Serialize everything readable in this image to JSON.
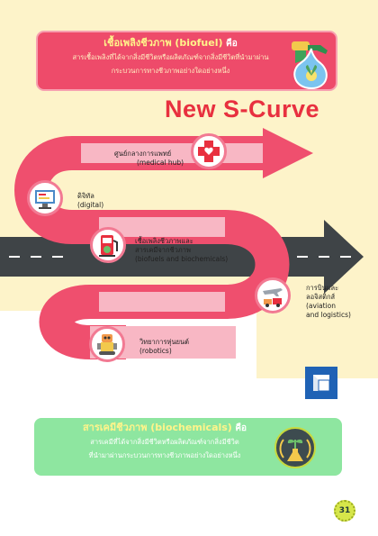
{
  "biofuel": {
    "title": "เชื้อเพลิงชีวภาพ (biofuel)",
    "title_suffix": "คือ",
    "body_line1": "สารเชื้อเพลิงที่ได้จากสิ่งมีชีวิตหรือผลิตภัณฑ์จากสิ่งมีชีวิตที่นำมาผ่าน",
    "body_line2": "กระบวนการทางชีวภาพอย่างใดอย่างหนึ่ง"
  },
  "headline": "New S-Curve",
  "items": [
    {
      "thai": "ศูนย์กลางการแพทย์",
      "english": "(medical hub)",
      "icon": "medical-cross-icon"
    },
    {
      "thai": "ดิจิทัล",
      "english": "(digital)",
      "icon": "computer-icon"
    },
    {
      "thai": "เชื้อเพลิงชีวภาพและ",
      "thai2": "สารเคมีจากชีวภาพ",
      "english": "(biofuels and biochemicals)",
      "icon": "fuel-pump-icon"
    },
    {
      "thai": "การบินและ",
      "thai2": "ลอจิสติกส์",
      "english": "(aviation",
      "english2": "and logistics)",
      "icon": "airplane-truck-icon"
    },
    {
      "thai": "วิทยาการหุ่นยนต์",
      "english": "(robotics)",
      "icon": "robot-icon"
    }
  ],
  "biochemicals": {
    "title": "สารเคมีชีวภาพ (biochemicals)",
    "title_suffix": "คือ",
    "body_line1": "สารเคมีที่ได้จากสิ่งมีชีวิตหรือผลิตภัณฑ์จากสิ่งมีชีวิต",
    "body_line2": "ที่นำมาผ่านกระบวนการทางชีวภาพอย่างใดอย่างหนึ่ง"
  },
  "page_number": "31",
  "colors": {
    "pink": "#ee4b6a",
    "curve": "#ef4f6e",
    "curve_light": "#f8b7c4",
    "road": "#3f4447",
    "green": "#8ee6a0",
    "headline": "#e8303f"
  }
}
